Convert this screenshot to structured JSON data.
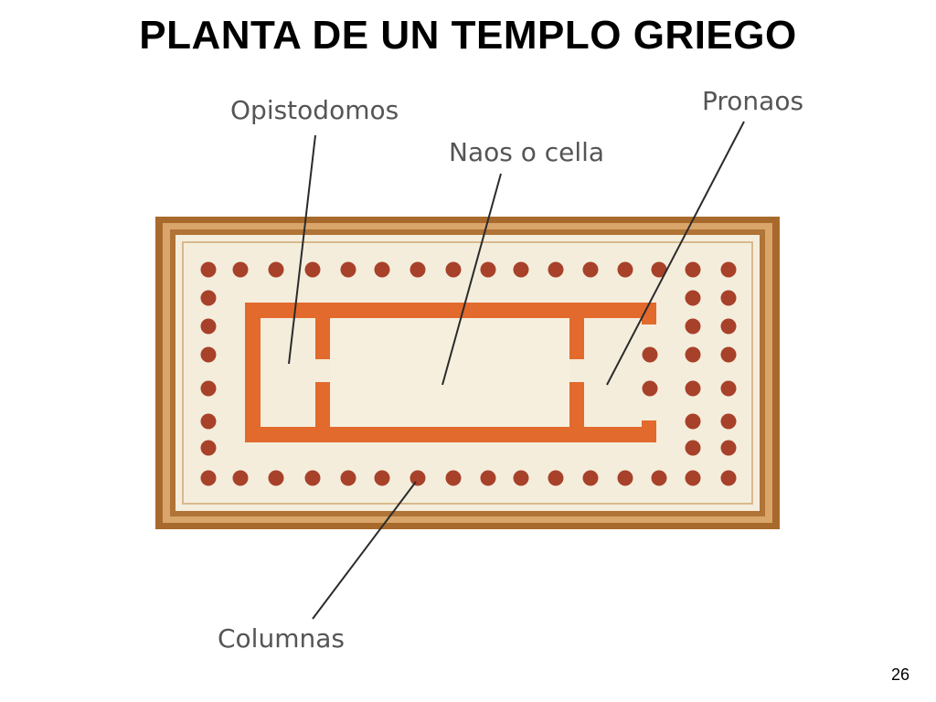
{
  "title": "PLANTA DE UN TEMPLO GRIEGO",
  "page_number": "26",
  "labels": {
    "opistodomos": "Opistodomos",
    "naos": "Naos o cella",
    "pronaos": "Pronaos",
    "columnas": "Columnas"
  },
  "colors": {
    "frame": "#a86a2c",
    "frame_light": "#d9a56a",
    "parchment": "#f4eddc",
    "walls": "#e26a2c",
    "columns": "#a8412a",
    "leader_lines": "#2b2b2b",
    "label_text": "#555555"
  }
}
